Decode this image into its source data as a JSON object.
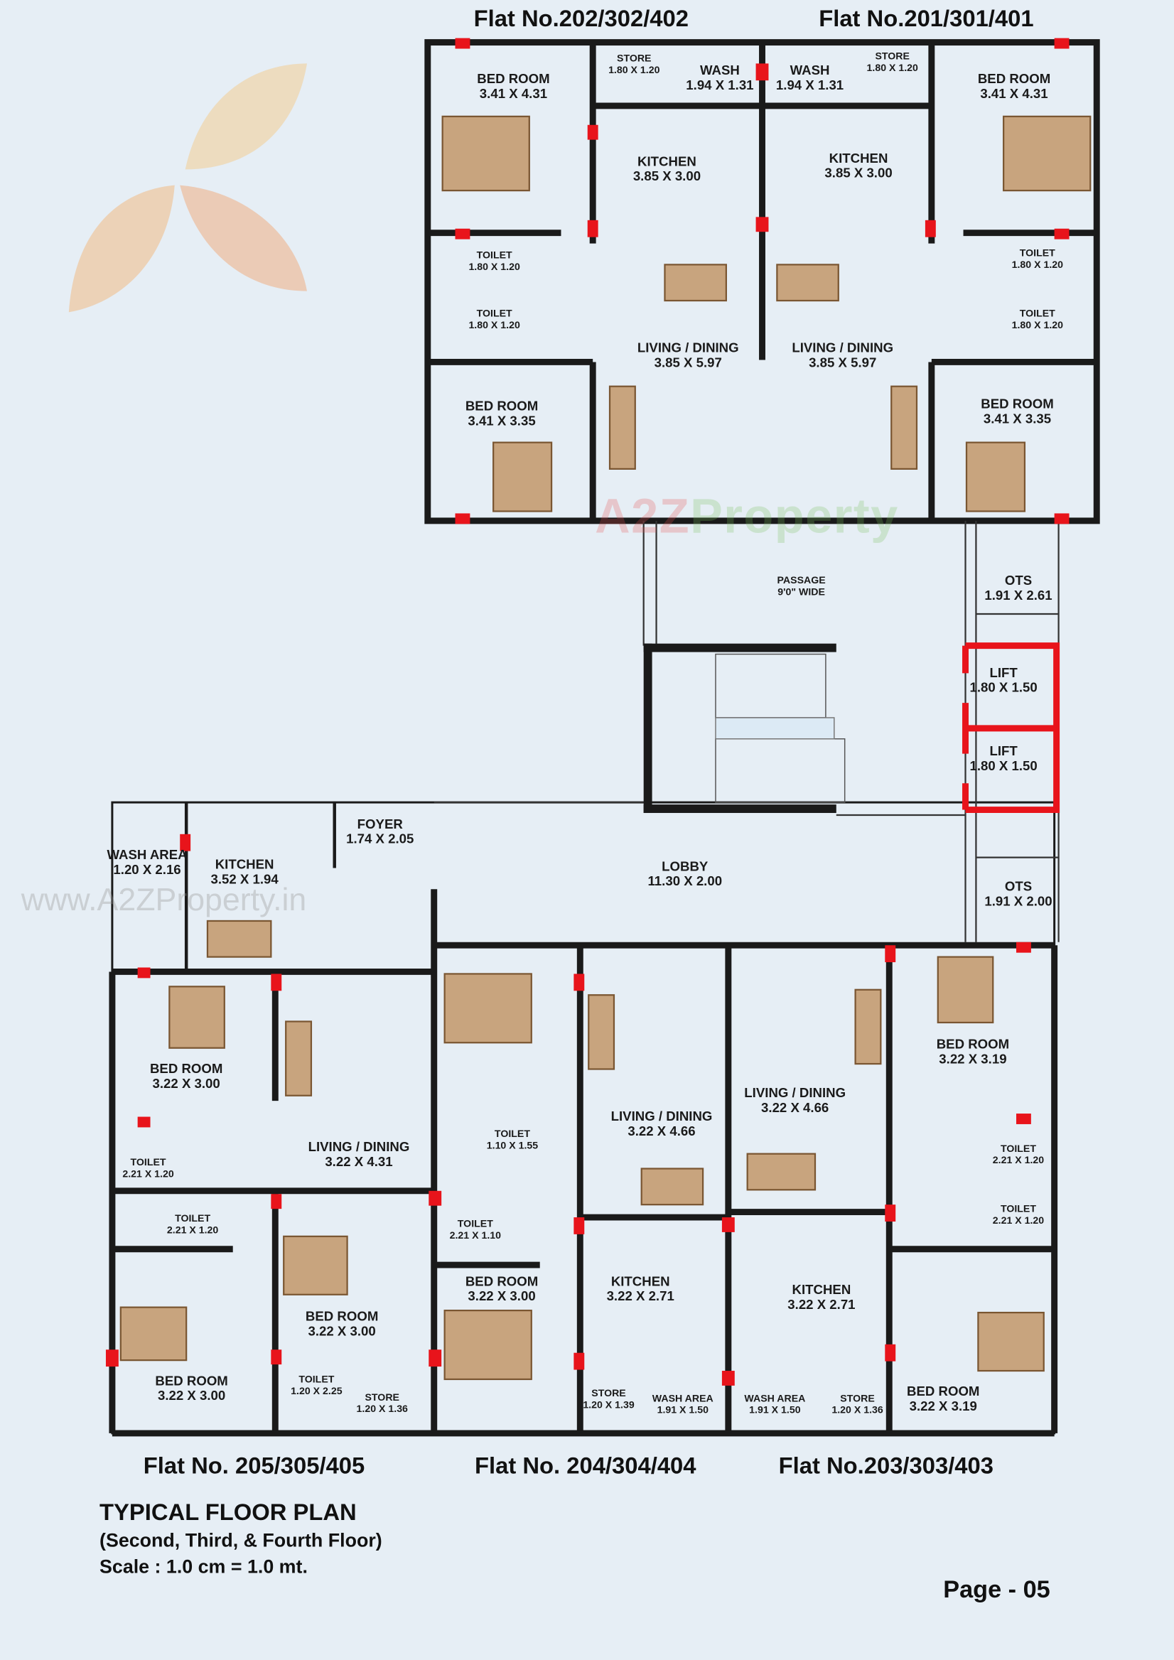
{
  "flats": {
    "top_left": "Flat No.202/302/402",
    "top_right": "Flat No.201/301/401",
    "bottom_left": "Flat No. 205/305/405",
    "bottom_middle": "Flat No. 204/304/404",
    "bottom_right": "Flat No.203/303/403"
  },
  "rooms": [
    {
      "name": "BED ROOM",
      "dim": "3.41 X 4.31"
    },
    {
      "name": "STORE",
      "dim": "1.80 X 1.20"
    },
    {
      "name": "WASH",
      "dim": "1.94 X 1.31"
    },
    {
      "name": "WASH",
      "dim": "1.94 X 1.31"
    },
    {
      "name": "STORE",
      "dim": "1.80 X 1.20"
    },
    {
      "name": "BED ROOM",
      "dim": "3.41 X 4.31"
    },
    {
      "name": "KITCHEN",
      "dim": "3.85 X 3.00"
    },
    {
      "name": "KITCHEN",
      "dim": "3.85 X 3.00"
    },
    {
      "name": "TOILET",
      "dim": "1.80 X 1.20"
    },
    {
      "name": "TOILET",
      "dim": "1.80 X 1.20"
    },
    {
      "name": "TOILET",
      "dim": "1.80 X 1.20"
    },
    {
      "name": "TOILET",
      "dim": "1.80 X 1.20"
    },
    {
      "name": "LIVING / DINING",
      "dim": "3.85 X 5.97"
    },
    {
      "name": "LIVING / DINING",
      "dim": "3.85 X 5.97"
    },
    {
      "name": "BED ROOM",
      "dim": "3.41 X 3.35"
    },
    {
      "name": "BED ROOM",
      "dim": "3.41 X 3.35"
    },
    {
      "name": "PASSAGE",
      "dim": "9'0\" WIDE"
    },
    {
      "name": "OTS",
      "dim": "1.91 X 2.61"
    },
    {
      "name": "LIFT",
      "dim": "1.80 X 1.50"
    },
    {
      "name": "LIFT",
      "dim": "1.80 X 1.50"
    },
    {
      "name": "WASH AREA",
      "dim": "1.20 X 2.16"
    },
    {
      "name": "KITCHEN",
      "dim": "3.52 X 1.94"
    },
    {
      "name": "FOYER",
      "dim": "1.74 X 2.05"
    },
    {
      "name": "LOBBY",
      "dim": "11.30 X 2.00"
    },
    {
      "name": "OTS",
      "dim": "1.91 X 2.00"
    },
    {
      "name": "BED ROOM",
      "dim": "3.22 X 3.00"
    },
    {
      "name": "LIVING / DINING",
      "dim": "3.22 X 4.31"
    },
    {
      "name": "TOILET",
      "dim": "2.21 X 1.20"
    },
    {
      "name": "TOILET",
      "dim": "2.21 X 1.20"
    },
    {
      "name": "TOILET",
      "dim": "1.10 X 1.55"
    },
    {
      "name": "TOILET",
      "dim": "2.21 X 1.10"
    },
    {
      "name": "BED ROOM",
      "dim": "3.22 X 3.00"
    },
    {
      "name": "BED ROOM",
      "dim": "3.22 X 3.00"
    },
    {
      "name": "BED ROOM",
      "dim": "3.22 X 3.00"
    },
    {
      "name": "TOILET",
      "dim": "1.20 X 2.25"
    },
    {
      "name": "STORE",
      "dim": "1.20 X 1.36"
    },
    {
      "name": "LIVING / DINING",
      "dim": "3.22 X 4.66"
    },
    {
      "name": "LIVING / DINING",
      "dim": "3.22 X 4.66"
    },
    {
      "name": "KITCHEN",
      "dim": "3.22 X 2.71"
    },
    {
      "name": "KITCHEN",
      "dim": "3.22 X 2.71"
    },
    {
      "name": "STORE",
      "dim": "1.20 X 1.39"
    },
    {
      "name": "WASH AREA",
      "dim": "1.91 X 1.50"
    },
    {
      "name": "WASH AREA",
      "dim": "1.91 X 1.50"
    },
    {
      "name": "STORE",
      "dim": "1.20 X 1.36"
    },
    {
      "name": "BED ROOM",
      "dim": "3.22 X 3.19"
    },
    {
      "name": "BED ROOM",
      "dim": "3.22 X 3.19"
    },
    {
      "name": "TOILET",
      "dim": "2.21 X 1.20"
    },
    {
      "name": "TOILET",
      "dim": "2.21 X 1.20"
    }
  ],
  "footer": {
    "title": "TYPICAL FLOOR PLAN",
    "floors": "(Second, Third, & Fourth Floor)",
    "scale": "Scale : 1.0 cm = 1.0 mt.",
    "page": "Page - 05"
  },
  "watermark": {
    "brand_a": "A2Z",
    "brand_b": "Property",
    "url": "www.A2ZProperty.in"
  },
  "colors": {
    "wall": "#1a1a1a",
    "column": "#e8141b",
    "lift": "#e8141b",
    "background": "#e6eef5",
    "furniture": "#c8a47e"
  }
}
